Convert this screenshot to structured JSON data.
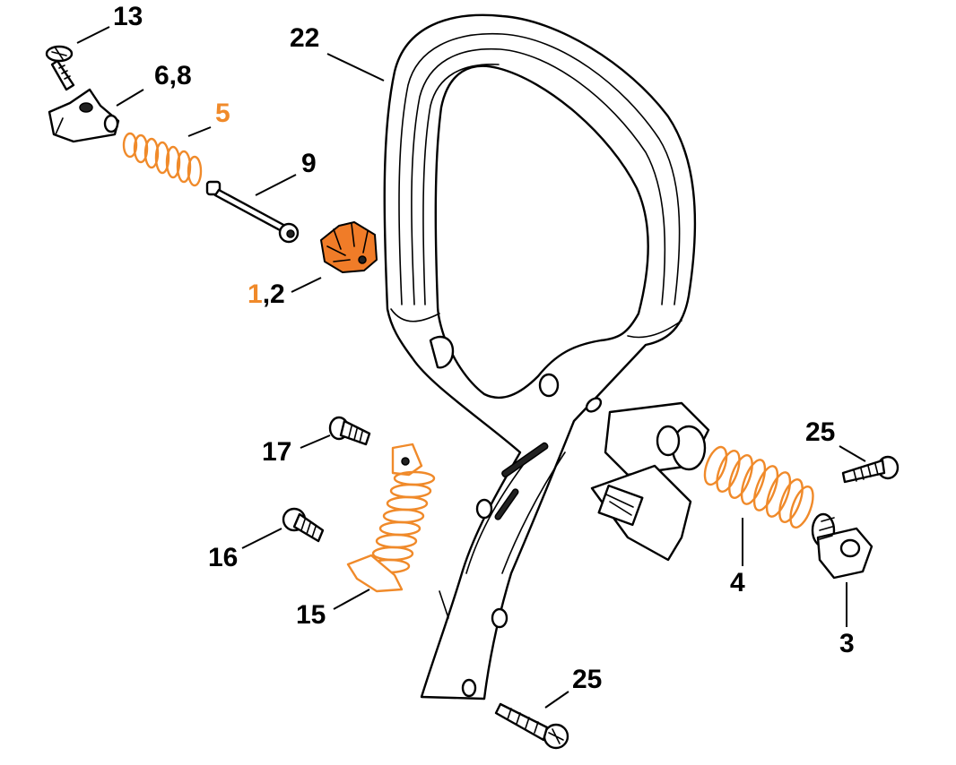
{
  "labels": {
    "l13": "13",
    "l22": "22",
    "l68": "6,8",
    "l5": "5",
    "l9": "9",
    "l12_a": "1",
    "l12_b": ",2",
    "l25_top": "25",
    "l17": "17",
    "l16": "16",
    "l15": "15",
    "l4": "4",
    "l3": "3",
    "l25_bottom": "25"
  },
  "colors": {
    "highlight": "#f08a2a",
    "line": "#000000",
    "background": "#ffffff"
  }
}
